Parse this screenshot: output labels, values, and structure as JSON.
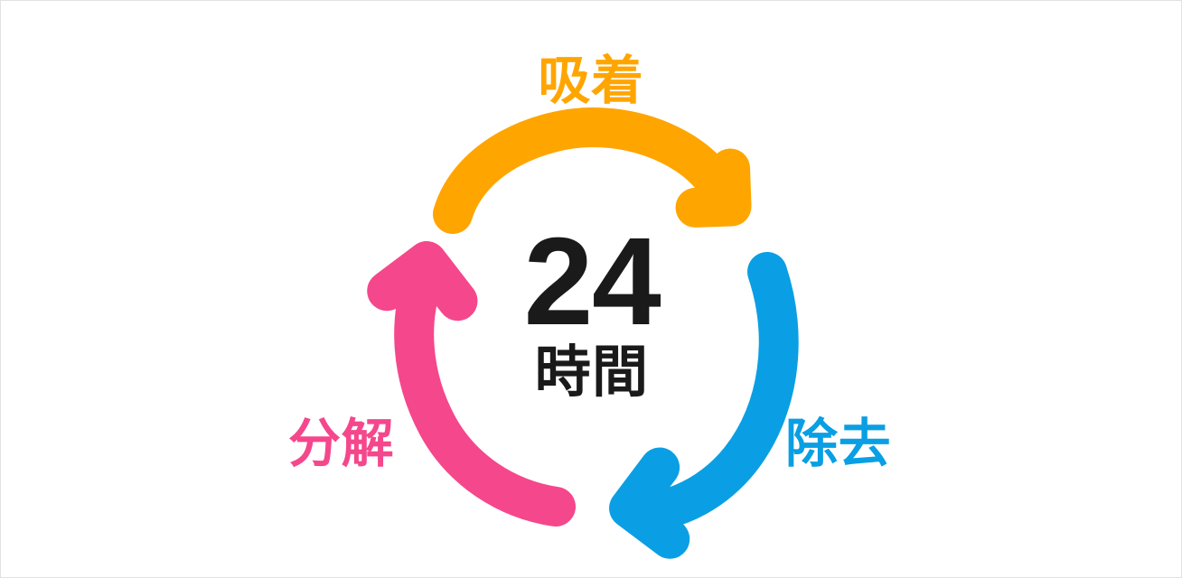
{
  "diagram": {
    "type": "cycle",
    "title_center": {
      "number": "24",
      "unit": "時間"
    },
    "background_color": "#ffffff",
    "border_color": "#e2e2e2",
    "steps": [
      {
        "id": "adsorption",
        "label": "吸着",
        "color": "#FFA500",
        "position": "top",
        "arrow": "curved-arrow-clockwise-top",
        "direction": "left-to-right"
      },
      {
        "id": "removal",
        "label": "除去",
        "color": "#0A9FE4",
        "position": "right",
        "arrow": "curved-arrow-clockwise-right",
        "direction": "top-to-bottom-left"
      },
      {
        "id": "decomposition",
        "label": "分解",
        "color": "#F5478C",
        "position": "left",
        "arrow": "curved-arrow-clockwise-left",
        "direction": "bottom-to-top"
      }
    ]
  },
  "icons": {
    "arrow_top": "curved-arrow-icon",
    "arrow_right": "curved-arrow-icon",
    "arrow_left": "curved-arrow-icon"
  }
}
